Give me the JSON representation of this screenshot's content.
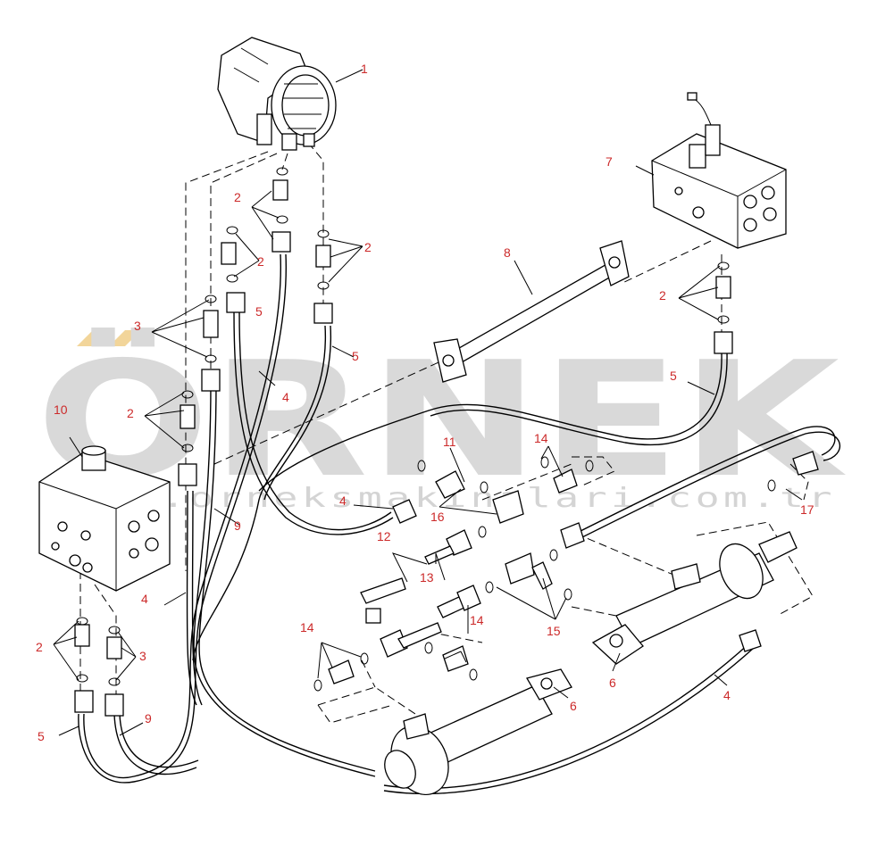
{
  "watermark": {
    "text": "ÖRNEK",
    "url": "www.orneksmakinalari.com.tr",
    "accent_color": "#f2d59a",
    "text_color": "#d9d9d9"
  },
  "callouts": {
    "c1": "1",
    "c2": "2",
    "c3": "3",
    "c4": "4",
    "c5": "5",
    "c6": "6",
    "c7": "7",
    "c8": "8",
    "c9": "9",
    "c10": "10",
    "c11": "11",
    "c12": "12",
    "c13": "13",
    "c14": "14",
    "c15": "15",
    "c16": "16",
    "c17": "17"
  },
  "colors": {
    "callout": "#cc2a2a",
    "line": "#000000",
    "background": "#ffffff"
  }
}
